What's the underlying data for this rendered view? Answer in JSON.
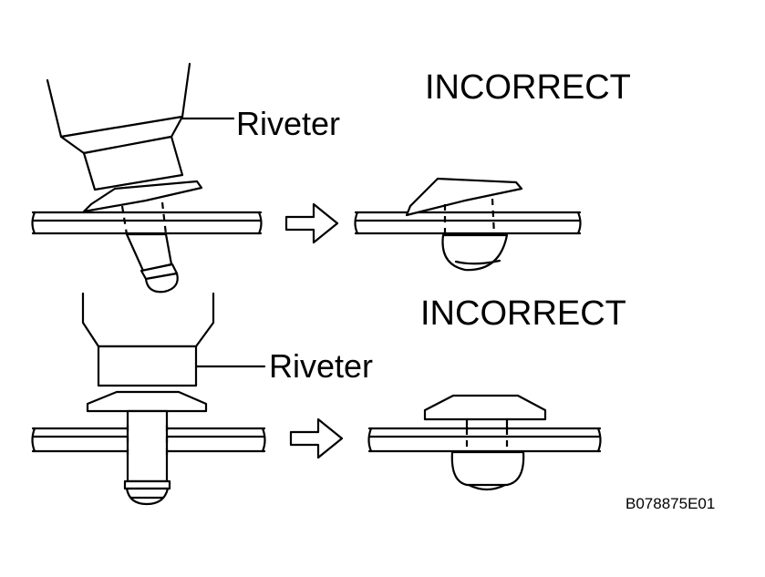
{
  "labels": {
    "incorrect_top": "INCORRECT",
    "incorrect_bottom": "INCORRECT",
    "riveter_top": "Riveter",
    "riveter_bottom": "Riveter",
    "figure_code": "B078875E01"
  },
  "colors": {
    "ink": "#000000",
    "paper": "#ffffff"
  },
  "icons": {
    "arrow": "right-arrow-outline"
  }
}
